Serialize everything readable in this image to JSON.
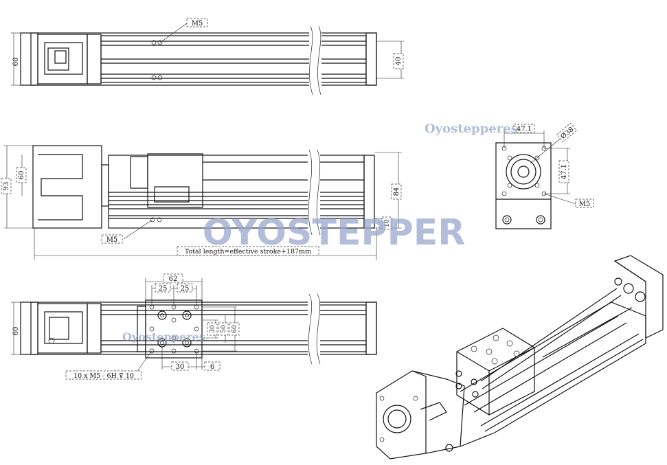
{
  "watermarks": {
    "main": "OYOSTEPPER",
    "top_right": "Oyostepperes",
    "bottom": "Oyostepperes"
  },
  "top_view": {
    "height_label": "60",
    "rail_label": "40",
    "hole_label": "M5"
  },
  "side_view": {
    "height_outer": "93",
    "height_inner": "60",
    "height_right": "84",
    "base_label": "10",
    "hole_label": "M5",
    "total_length": "Total length=effective stroke+187mm"
  },
  "end_view": {
    "width_label": "47.1",
    "height_label": "47.1",
    "bore_label": "Ø38",
    "hole_label": "M5"
  },
  "carriage_view": {
    "height_label": "60",
    "width_62": "62",
    "width_25a": "25",
    "width_25b": "25",
    "height_30": "30",
    "height_50": "50",
    "height_60": "60",
    "spacing_30": "30",
    "spacing_6": "6",
    "thread_note": "10 x  M5 - 6H ⊽ 10"
  },
  "colors": {
    "line": "#111111",
    "watermark": "#9aa6cc"
  }
}
